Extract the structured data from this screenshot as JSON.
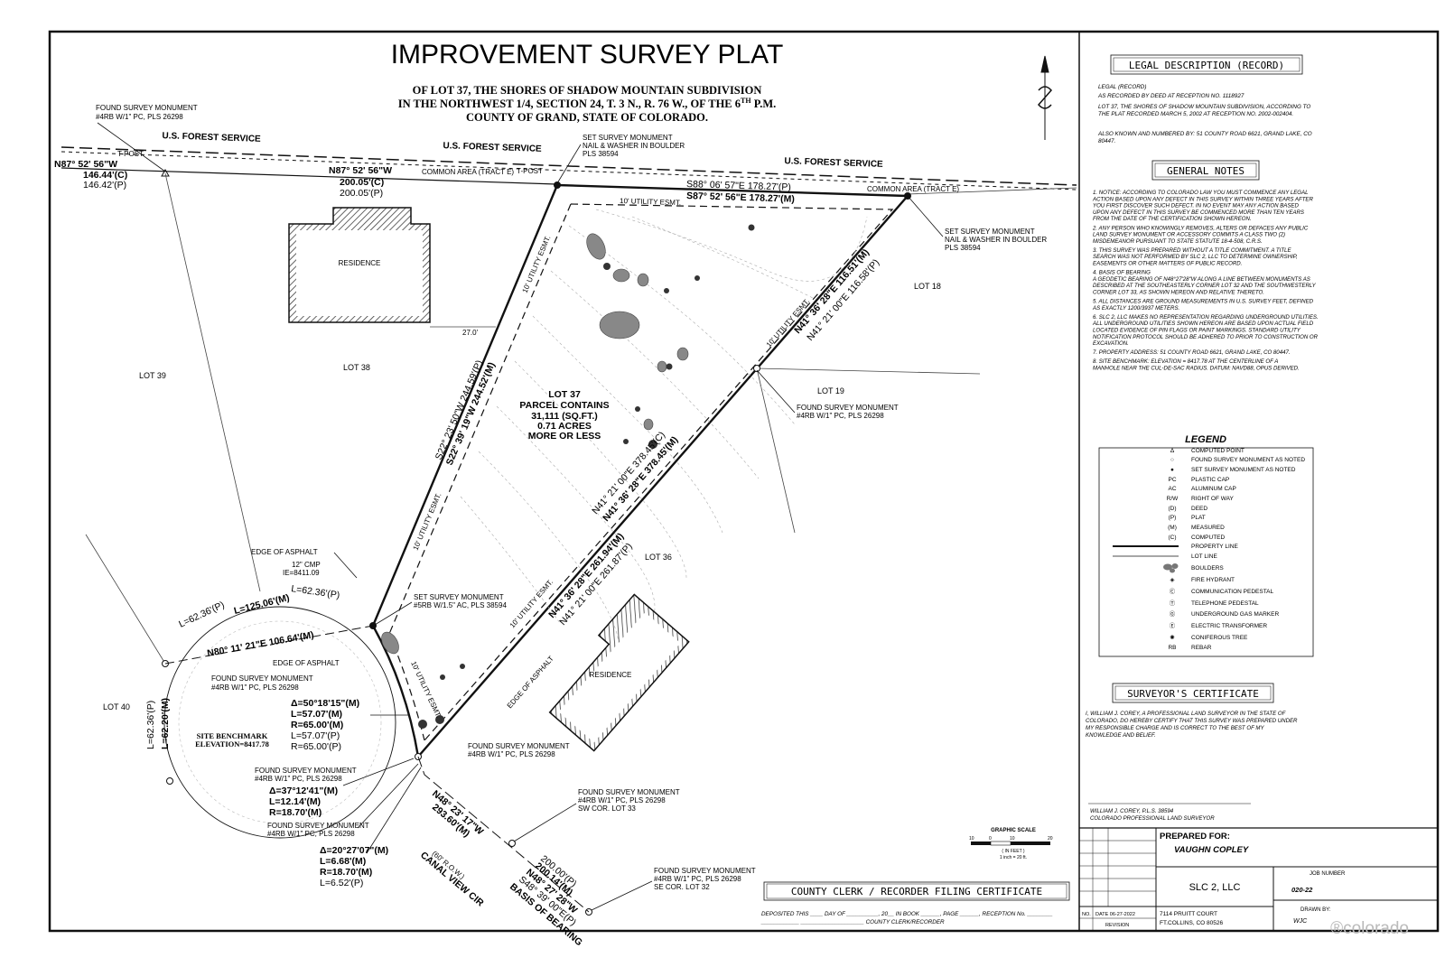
{
  "title": {
    "main": "IMPROVEMENT SURVEY PLAT",
    "sub1": "OF LOT 37, THE SHORES OF SHADOW MOUNTAIN SUBDIVISION",
    "sub2": "IN THE NORTHWEST 1/4, SECTION 24, T. 3 N., R. 76 W., OF THE 6",
    "sub2_sup": "TH",
    "sub2_tail": " P.M.",
    "sub3": "COUNTY OF GRAND, STATE OF COLORADO."
  },
  "plat": {
    "forest_service": "U.S. FOREST SERVICE",
    "common_area": "COMMON AREA (TRACT E)",
    "t_post": "T-POST",
    "residence": "RESIDENCE",
    "lot_37_label": "LOT 37",
    "parcel_contains": "PARCEL CONTAINS",
    "sqft": "31,111 (SQ.FT.)",
    "acres": "0.71 ACRES",
    "more_or_less": "MORE OR LESS",
    "lots": {
      "l18": "LOT 18",
      "l19": "LOT 19",
      "l36": "LOT 36",
      "l38": "LOT 38",
      "l39": "LOT 39",
      "l40": "LOT 40"
    },
    "utility_esmt": "10' UTILITY ESMT.",
    "edge_asphalt": "EDGE OF ASPHALT",
    "cmp": "12\" CMP",
    "ie": "IE=8411.09",
    "dim_27": "27.0'",
    "found_mon": "FOUND SURVEY MONUMENT",
    "found_mon_detail": "#4RB W/1\" PC, PLS 26298",
    "set_mon": "SET SURVEY MONUMENT",
    "set_mon_nail": "NAIL & WASHER IN BOULDER",
    "pls_38594": "PLS 38594",
    "set_mon_5rb": "#5RB W/1.5\" AC, PLS 38594",
    "sw_cor": "SW COR. LOT 33",
    "se_cor": "SE COR. LOT 32",
    "canal_view": "CANAL VIEW CIR",
    "canal_row": "(60' R.O.W.)",
    "site_benchmark": "SITE BENCHMARK",
    "site_elev": "ELEVATION=8417.78",
    "bearings": {
      "top_left_brg": "N87° 52' 56\"W",
      "top_left_c": "146.44'(C)",
      "top_left_p": "146.42'(P)",
      "top_mid_brg": "N87° 52' 56\"W",
      "top_mid_c": "200.05'(C)",
      "top_mid_p": "200.05'(P)",
      "top_right_p": "S88° 06' 57\"E 178.27'(P)",
      "top_right_m": "S87° 52' 56\"E 178.27'(M)",
      "west_p": "S22° 23' 50\"W 244.59'(P)",
      "west_m": "S22° 39' 19\"W 244.52'(M)",
      "east_m": "N41° 36' 28\"E 116.51'(M)",
      "east_p": "N41° 21' 00\"E 116.58'(P)",
      "se_c": "N41° 21' 00\"E 378.45'(C)",
      "se_m": "N41° 36' 28\"E 378.45'(M)",
      "s_m": "N41° 36' 28\"E 261.94'(M)",
      "s_p": "N41° 21' 00\"E 261.87'(P)",
      "arc_n80": "N80° 11' 21\"E 106.64'(M)",
      "arc_l125": "L=125.06'(M)",
      "arc_l62p": "L=62.36'(P)",
      "arc_l62p2": "L=62.36'(P)",
      "arc_l62m": "L=62.20'(M)",
      "c1_delta": "Δ=50°18'15\"(M)",
      "c1_l": "L=57.07'(M)",
      "c1_r": "R=65.00'(M)",
      "c1_lp": "L=57.07'(P)",
      "c1_rp": "R=65.00'(P)",
      "c2_delta": "Δ=37°12'41\"(M)",
      "c2_l": "L=12.14'(M)",
      "c2_r": "R=18.70'(M)",
      "c3_delta": "Δ=20°27'07\"(M)",
      "c3_l": "L=6.68'(M)",
      "c3_r": "R=18.70'(M)",
      "c3_lp": "L=6.52'(P)",
      "n48_brg": "N48° 23' 17\"W",
      "n48_len": "293.60'(M)",
      "bob_p": "200.00'(P)",
      "bob_m": "200.14'(M)",
      "bob_n48": "N48° 27' 28\"W",
      "bob_s48": "S48° 39' 00\"E(P)",
      "bob": "BASIS OF BEARING"
    }
  },
  "legal": {
    "heading": "LEGAL DESCRIPTION (RECORD)",
    "lines": [
      "LEGAL (RECORD)",
      "AS RECORDED BY DEED AT RECEPTION NO. 1118927",
      "LOT 37, THE SHORES OF SHADOW MOUNTAIN SUBDIVISION, ACCORDING TO",
      "THE PLAT RECORDED MARCH 5, 2002 AT RECEPTION NO. 2002-002404.",
      "ALSO KNOWN AND NUMBERED BY: 51 COUNTY ROAD 6621, GRAND LAKE, CO",
      "80447."
    ]
  },
  "notes": {
    "heading": "GENERAL NOTES",
    "lines": [
      "1. NOTICE: ACCORDING TO COLORADO LAW YOU MUST COMMENCE ANY LEGAL",
      "ACTION BASED UPON ANY DEFECT IN THIS SURVEY WITHIN THREE YEARS AFTER",
      "YOU FIRST DISCOVER SUCH DEFECT. IN NO EVENT MAY ANY ACTION BASED",
      "UPON ANY DEFECT IN THIS SURVEY BE COMMENCED MORE THAN TEN YEARS",
      "FROM THE DATE OF THE CERTIFICATION SHOWN HEREON.",
      "2. ANY PERSON WHO KNOWINGLY REMOVES, ALTERS OR DEFACES ANY PUBLIC",
      "LAND SURVEY MONUMENT OR ACCESSORY COMMITS A CLASS TWO (2)",
      "MISDEMEANOR PURSUANT TO STATE STATUTE 18-4-508, C.R.S.",
      "3. THIS SURVEY WAS PREPARED WITHOUT A TITLE COMMITMENT. A TITLE",
      "SEARCH WAS NOT PERFORMED BY SLC 2, LLC TO DETERMINE OWNERSHIP,",
      "EASEMENTS OR OTHER MATTERS OF PUBLIC RECORD.",
      "4. BASIS OF BEARING",
      "A GEODETIC BEARING OF N48°27'28\"W ALONG A LINE BETWEEN MONUMENTS AS",
      "DESCRIBED AT THE SOUTHEASTERLY CORNER LOT 32 AND THE SOUTHWESTERLY",
      "CORNER LOT 33, AS SHOWN HEREON AND RELATIVE THERETO.",
      "5. ALL DISTANCES ARE GROUND MEASUREMENTS IN U.S. SURVEY FEET, DEFINED",
      "AS EXACTLY 1200/3937 METERS.",
      "6. SLC 2, LLC MAKES NO REPRESENTATION REGARDING UNDERGROUND UTILITIES.",
      "ALL UNDERGROUND UTILITIES SHOWN HEREON ARE BASED UPON ACTUAL FIELD",
      "LOCATED EVIDENCE OF PIN FLAGS OR PAINT MARKINGS. STANDARD UTILITY",
      "NOTIFICATION PROTOCOL SHOULD BE ADHERED TO PRIOR TO CONSTRUCTION OR",
      "EXCAVATION.",
      "7. PROPERTY ADDRESS: 51 COUNTY ROAD 6621, GRAND LAKE, CO 80447.",
      "8. SITE BENCHMARK: ELEVATION = 8417.78 AT THE CENTERLINE OF A",
      "MANHOLE NEAR THE CUL-DE-SAC RADIUS. DATUM: NAVD88, OPUS DERIVED."
    ]
  },
  "legend": {
    "title": "LEGEND",
    "items": [
      {
        "sym": "Δ",
        "label": "COMPUTED POINT"
      },
      {
        "sym": "○",
        "label": "FOUND SURVEY MONUMENT AS NOTED"
      },
      {
        "sym": "●",
        "label": "SET SURVEY MONUMENT AS NOTED"
      },
      {
        "sym": "PC",
        "label": "PLASTIC CAP"
      },
      {
        "sym": "AC",
        "label": "ALUMINUM CAP"
      },
      {
        "sym": "R/W",
        "label": "RIGHT OF WAY"
      },
      {
        "sym": "(D)",
        "label": "DEED"
      },
      {
        "sym": "(P)",
        "label": "PLAT"
      },
      {
        "sym": "(M)",
        "label": "MEASURED"
      },
      {
        "sym": "(C)",
        "label": "COMPUTED"
      },
      {
        "sym": "",
        "label": "PROPERTY LINE"
      },
      {
        "sym": "",
        "label": "LOT LINE"
      },
      {
        "sym": "",
        "label": "BOULDERS"
      },
      {
        "sym": "◈",
        "label": "FIRE HYDRANT"
      },
      {
        "sym": "Ⓒ",
        "label": "COMMUNICATION PEDESTAL"
      },
      {
        "sym": "Ⓣ",
        "label": "TELEPHONE PEDESTAL"
      },
      {
        "sym": "Ⓖ",
        "label": "UNDERGROUND GAS MARKER"
      },
      {
        "sym": "Ⓔ",
        "label": "ELECTRIC TRANSFORMER"
      },
      {
        "sym": "✺",
        "label": "CONIFEROUS TREE"
      },
      {
        "sym": "RB",
        "label": "REBAR"
      }
    ]
  },
  "certificate": {
    "heading": "SURVEYOR'S CERTIFICATE",
    "lines": [
      "I, WILLIAM J. COREY, A PROFESSIONAL LAND SURVEYOR IN THE STATE OF",
      "COLORADO, DO HEREBY CERTIFY THAT THIS SURVEY WAS PREPARED UNDER",
      "MY RESPONSIBLE CHARGE AND IS CORRECT TO THE BEST OF MY",
      "KNOWLEDGE AND BELIEF."
    ],
    "sig_name": "WILLIAM J. COREY, P.L.S. 38594",
    "sig_title": "COLORADO PROFESSIONAL LAND SURVEYOR"
  },
  "title_block": {
    "prepared_for": "PREPARED FOR:",
    "client": "VAUGHN COPLEY",
    "company": "SLC 2, LLC",
    "job_number_label": "JOB NUMBER",
    "job_number": "020-22",
    "drawn_by": "DRAWN BY:",
    "drawn_by_val": "WJC",
    "no": "NO.",
    "date": "DATE 06-27-2022",
    "revision": "REVISION",
    "address1": "7114 PRUITT COURT",
    "address2": "FT.COLLINS, CO 80526"
  },
  "county_clerk": {
    "heading": "COUNTY CLERK / RECORDER FILING CERTIFICATE",
    "line1": "DEPOSITED THIS ____ DAY OF __________, 20__ IN BOOK ______, PAGE ______, RECEPTION No. ________",
    "line2": "____________ ____________________ COUNTY CLERK/RECORDER"
  },
  "graphic_scale": {
    "title": "GRAPHIC SCALE",
    "ticks": [
      "10",
      "0",
      "10",
      "20"
    ],
    "unit": "( IN FEET )",
    "ratio": "1 inch = 20 ft."
  },
  "watermark": "®colorado"
}
